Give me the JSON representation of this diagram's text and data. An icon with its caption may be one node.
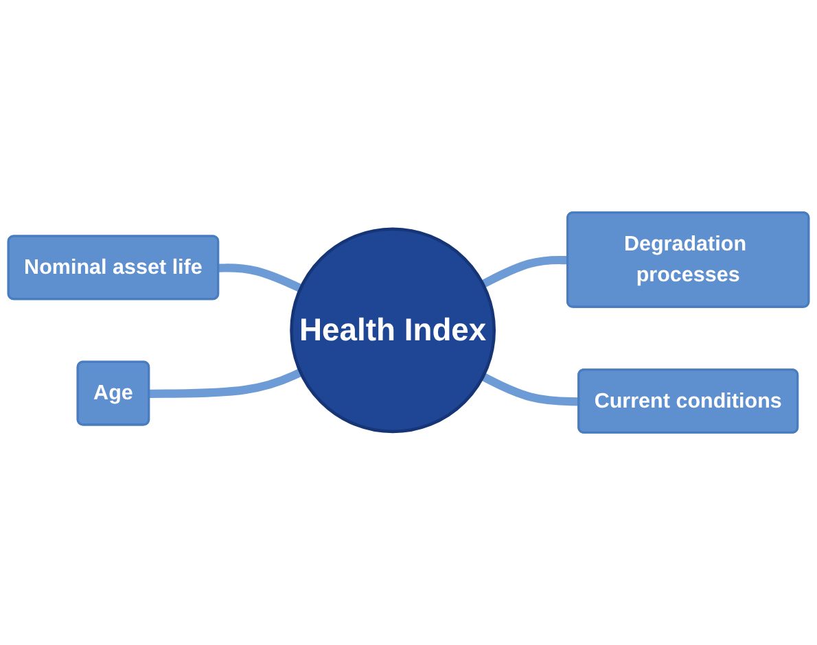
{
  "diagram": {
    "nodes": [
      {
        "text": [
          "Nominal asset life"
        ]
      },
      {
        "text": [
          "Degradation processes"
        ]
      },
      {
        "text": [
          "Health Index"
        ]
      },
      {
        "text": [
          "Age"
        ]
      },
      {
        "text": [
          "Current conditions"
        ]
      }
    ],
    "edges": [
      {
        "from": 0,
        "to": 2,
        "arrow": "none"
      },
      {
        "from": 2,
        "to": 1,
        "arrow": "none"
      },
      {
        "from": 3,
        "to": 2,
        "arrow": "none"
      },
      {
        "from": 2,
        "to": 4,
        "arrow": "none"
      }
    ]
  }
}
